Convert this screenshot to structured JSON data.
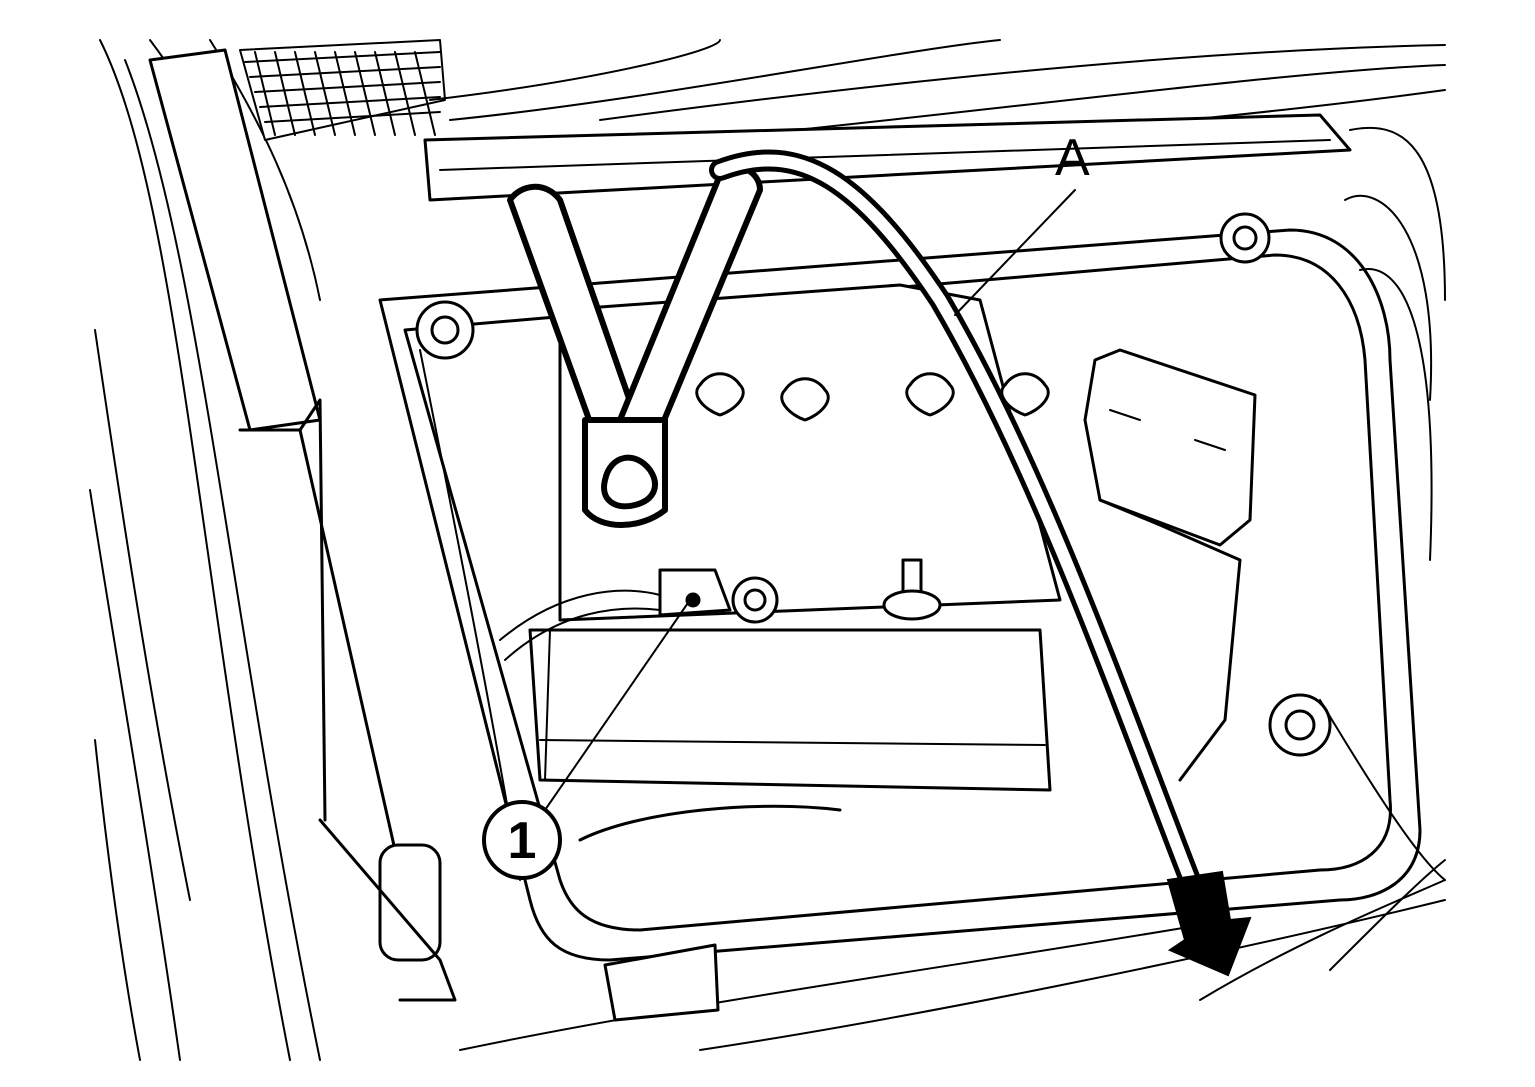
{
  "diagram": {
    "callouts": [
      {
        "id": "A",
        "text": "A"
      },
      {
        "id": "1",
        "text": "1"
      }
    ]
  }
}
